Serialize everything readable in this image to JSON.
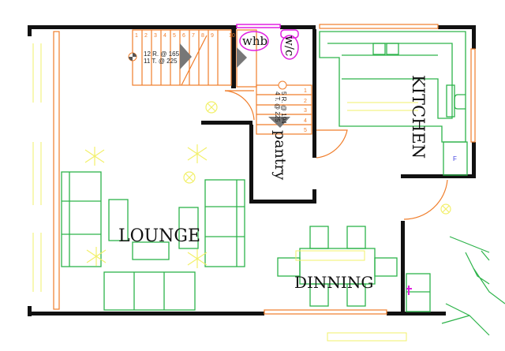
{
  "rooms": {
    "lounge": "LOUNGE",
    "dinning": "DINNING",
    "kitchen": "KITCHEN",
    "pantry": "pantry",
    "whb": "whb",
    "wc": "w/c"
  },
  "stairs": {
    "main_risers": "12 R. @ 165",
    "main_treads": "11 T. @ 225",
    "side_risers": "5 R. @ 194",
    "side_treads": "4 T. @ 225",
    "main_steps": [
      "1",
      "2",
      "3",
      "4",
      "5",
      "6",
      "7",
      "8",
      "9",
      "10"
    ],
    "side_steps": [
      "1",
      "2",
      "3",
      "4",
      "5"
    ]
  },
  "kitchen_fridge_label": "F",
  "colors": {
    "wall": "#111111",
    "stair": "#f07d2a",
    "furniture": "#2db34a",
    "light": "#f2f06a",
    "sanitary": "#e020e0"
  }
}
